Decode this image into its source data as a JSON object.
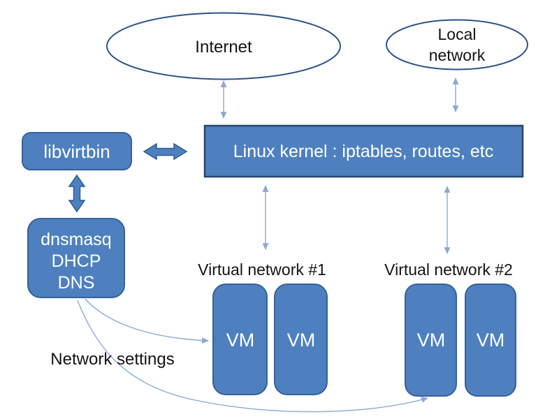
{
  "diagram": {
    "nodes": {
      "internet": {
        "label": "Internet"
      },
      "local_network": {
        "label_line1": "Local",
        "label_line2": "network"
      },
      "libvirtbin": {
        "label": "libvirtbin"
      },
      "linux_kernel": {
        "label": "Linux kernel : iptables, routes, etc"
      },
      "dnsmasq": {
        "label_line1": "dnsmasq",
        "label_line2": "DHCP",
        "label_line3": "DNS"
      },
      "vm": {
        "label": "VM"
      }
    },
    "labels": {
      "virtual_network_1": "Virtual network #1",
      "virtual_network_2": "Virtual network #2",
      "network_settings": "Network settings"
    },
    "colors": {
      "node_fill": "#4e80bf",
      "node_border": "#35629a",
      "kernel_border": "#24466e",
      "ellipse_border": "#2b5387",
      "thin_arrow": "#8aa9d6",
      "node_text": "#ffffff",
      "label_text": "#141414"
    }
  }
}
